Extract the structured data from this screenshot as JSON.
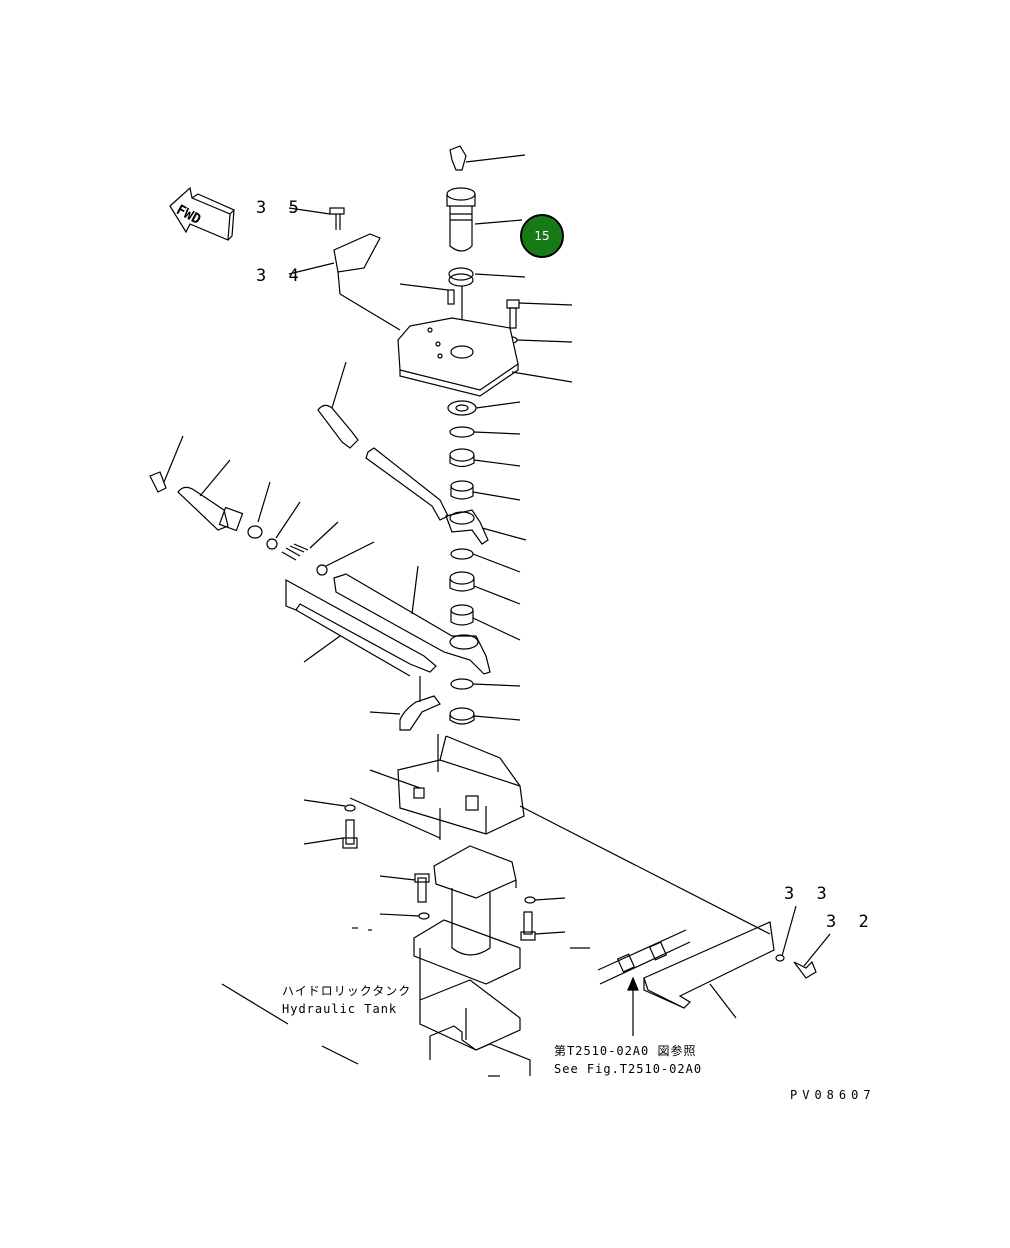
{
  "diagram": {
    "fwd_label": "FWD",
    "callouts": [
      {
        "id": "35",
        "text": "3 5"
      },
      {
        "id": "34",
        "text": "3 4"
      },
      {
        "id": "33",
        "text": "3 3"
      },
      {
        "id": "32",
        "text": "3 2"
      }
    ],
    "highlight_badge": {
      "text": "15",
      "color": "#167a16"
    },
    "tank_label_jp": "ハイドロリックタンク",
    "tank_label_en": "Hydraulic Tank",
    "ref_label_jp": "第T2510-02A0 図参照",
    "ref_label_en": "See Fig.T2510-02A0",
    "figure_code": "PV08607"
  }
}
